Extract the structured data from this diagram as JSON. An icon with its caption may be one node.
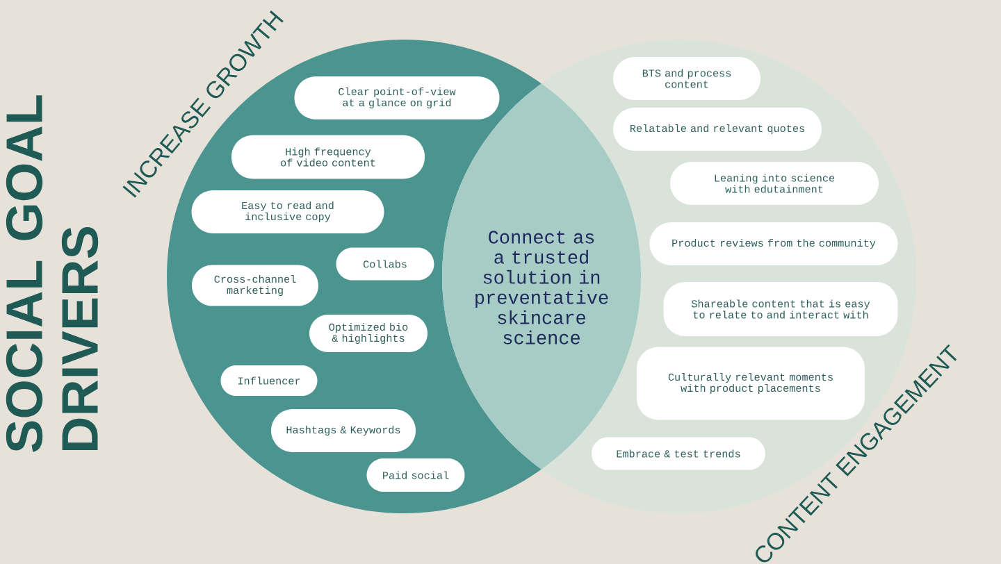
{
  "diagram": {
    "title": "SOCIAL GOAL DRIVERS",
    "nodes": [
      {
        "text": [
          "INCREASE GROWTH"
        ]
      },
      {
        "text": [
          "CONTENT ENGAGEMENT"
        ]
      },
      {
        "text": [
          "Connect as a trusted solution in preventative skincare science"
        ]
      },
      {
        "text": [
          "Clear point-of-view at a glance on grid"
        ],
        "in": 0
      },
      {
        "text": [
          "High frequency of video content"
        ],
        "in": 0
      },
      {
        "text": [
          "Easy to read and inclusive copy"
        ],
        "in": 0
      },
      {
        "text": [
          "Collabs"
        ],
        "in": 0
      },
      {
        "text": [
          "Cross-channel marketing"
        ],
        "in": 0
      },
      {
        "text": [
          "Optimized bio & highlights"
        ],
        "in": 0
      },
      {
        "text": [
          "Influencer"
        ],
        "in": 0
      },
      {
        "text": [
          "Hashtags & Keywords"
        ],
        "in": 0
      },
      {
        "text": [
          "Paid social"
        ],
        "in": 0
      },
      {
        "text": [
          "BTS and process content"
        ],
        "in": 1
      },
      {
        "text": [
          "Relatable and relevant quotes"
        ],
        "in": 1
      },
      {
        "text": [
          "Leaning into science with edutainment"
        ],
        "in": 1
      },
      {
        "text": [
          "Product reviews from the community"
        ],
        "in": 1
      },
      {
        "text": [
          "Shareable content that is easy to relate to and interact with"
        ],
        "in": 1
      },
      {
        "text": [
          "Culturally relevant moments with product placements"
        ],
        "in": 1
      },
      {
        "text": [
          "Embrace & test trends"
        ],
        "in": 1
      }
    ]
  }
}
